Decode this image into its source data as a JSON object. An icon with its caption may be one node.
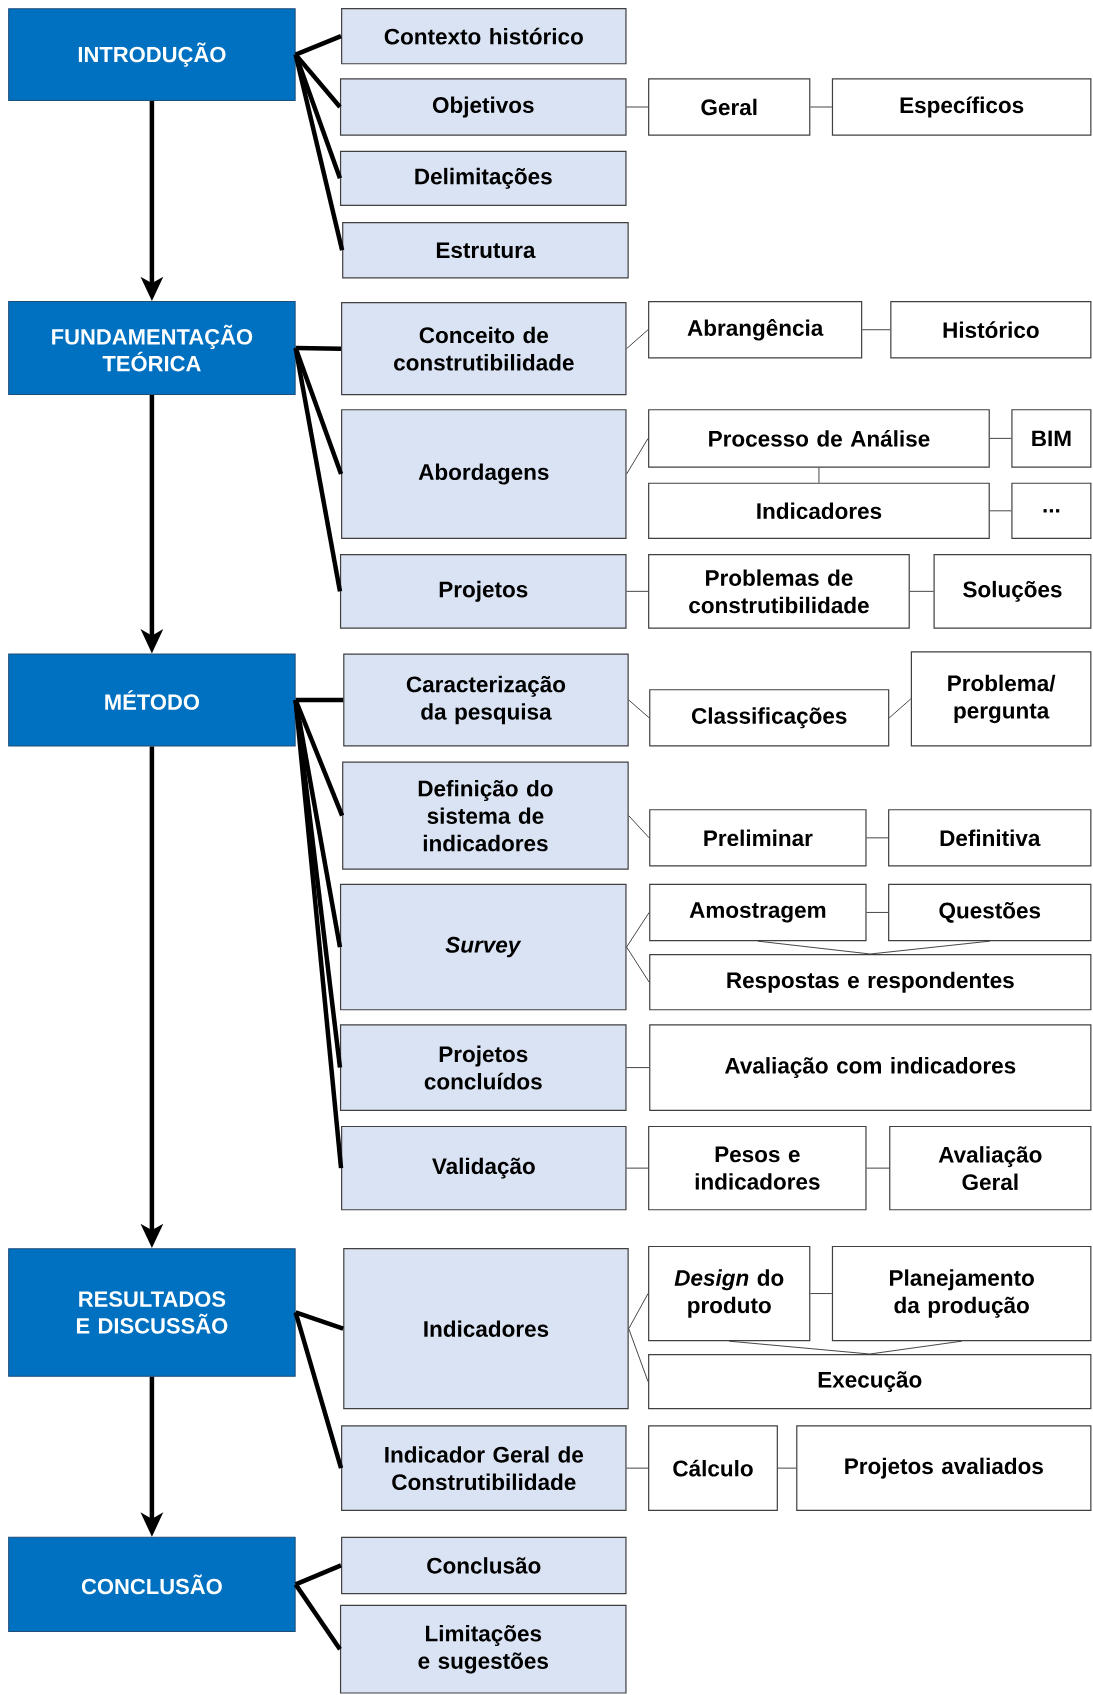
{
  "diagram": {
    "nodes": [
      {
        "text": [
          "INTRODUÇÃO"
        ]
      },
      {
        "text": [
          "Contexto histórico"
        ]
      },
      {
        "text": [
          "Objetivos"
        ]
      },
      {
        "text": [
          "Geral"
        ]
      },
      {
        "text": [
          "Específicos"
        ]
      },
      {
        "text": [
          "Delimitações"
        ]
      },
      {
        "text": [
          "Estrutura"
        ]
      },
      {
        "text": [
          "FUNDAMENTAÇÃO TEÓRICA"
        ]
      },
      {
        "text": [
          "Conceito de construtibilidade"
        ]
      },
      {
        "text": [
          "Abrangência"
        ]
      },
      {
        "text": [
          "Histórico"
        ]
      },
      {
        "text": [
          "Abordagens"
        ]
      },
      {
        "text": [
          "Processo de Análise"
        ]
      },
      {
        "text": [
          "BIM"
        ]
      },
      {
        "text": [
          "Indicadores"
        ]
      },
      {
        "text": [
          "..."
        ]
      },
      {
        "text": [
          "Projetos"
        ]
      },
      {
        "text": [
          "Problemas de construtibilidade"
        ]
      },
      {
        "text": [
          "Soluções"
        ]
      },
      {
        "text": [
          "MÉTODO"
        ]
      },
      {
        "text": [
          "Caracterização da pesquisa"
        ]
      },
      {
        "text": [
          "Classificações"
        ]
      },
      {
        "text": [
          "Problema/ pergunta"
        ]
      },
      {
        "text": [
          "Definição do sistema de indicadores"
        ]
      },
      {
        "text": [
          "Preliminar"
        ]
      },
      {
        "text": [
          "Definitiva"
        ]
      },
      {
        "text": [
          "*Survey*"
        ]
      },
      {
        "text": [
          "Amostragem"
        ]
      },
      {
        "text": [
          "Questões"
        ]
      },
      {
        "text": [
          "Respostas e respondentes"
        ]
      },
      {
        "text": [
          "Projetos concluídos"
        ]
      },
      {
        "text": [
          "Avaliação com indicadores"
        ]
      },
      {
        "text": [
          "Validação"
        ]
      },
      {
        "text": [
          "Pesos e indicadores"
        ]
      },
      {
        "text": [
          "Avaliação Geral"
        ]
      },
      {
        "text": [
          "RESULTADOS E DISCUSSÃO"
        ]
      },
      {
        "text": [
          "Indicadores"
        ]
      },
      {
        "text": [
          "*Design* do produto"
        ]
      },
      {
        "text": [
          "Planejamento da produção"
        ]
      },
      {
        "text": [
          "Execução"
        ]
      },
      {
        "text": [
          "Indicador Geral de Construtibilidade"
        ]
      },
      {
        "text": [
          "Cálculo"
        ]
      },
      {
        "text": [
          "Projetos avaliados"
        ]
      },
      {
        "text": [
          "CONCLUSÃO"
        ]
      },
      {
        "text": [
          "Conclusão"
        ]
      },
      {
        "text": [
          "Limitações e sugestões"
        ]
      }
    ],
    "edges": [
      {
        "from": 0,
        "to": 7,
        "arrow": "to",
        "style": "thick"
      },
      {
        "from": 7,
        "to": 19,
        "arrow": "to",
        "style": "thick"
      },
      {
        "from": 19,
        "to": 35,
        "arrow": "to",
        "style": "thick"
      },
      {
        "from": 35,
        "to": 43,
        "arrow": "to",
        "style": "thick"
      },
      {
        "from": 0,
        "to": 1,
        "arrow": "none",
        "style": "thick"
      },
      {
        "from": 0,
        "to": 2,
        "arrow": "none",
        "style": "thick"
      },
      {
        "from": 0,
        "to": 5,
        "arrow": "none",
        "style": "thick"
      },
      {
        "from": 0,
        "to": 6,
        "arrow": "none",
        "style": "thick"
      },
      {
        "from": 7,
        "to": 8,
        "arrow": "none",
        "style": "thick"
      },
      {
        "from": 7,
        "to": 11,
        "arrow": "none",
        "style": "thick"
      },
      {
        "from": 7,
        "to": 16,
        "arrow": "none",
        "style": "thick"
      },
      {
        "from": 19,
        "to": 20,
        "arrow": "none",
        "style": "thick"
      },
      {
        "from": 19,
        "to": 23,
        "arrow": "none",
        "style": "thick"
      },
      {
        "from": 19,
        "to": 26,
        "arrow": "none",
        "style": "thick"
      },
      {
        "from": 19,
        "to": 30,
        "arrow": "none",
        "style": "thick"
      },
      {
        "from": 19,
        "to": 32,
        "arrow": "none",
        "style": "thick"
      },
      {
        "from": 35,
        "to": 36,
        "arrow": "none",
        "style": "thick"
      },
      {
        "from": 35,
        "to": 40,
        "arrow": "none",
        "style": "thick"
      },
      {
        "from": 43,
        "to": 44,
        "arrow": "none",
        "style": "thick"
      },
      {
        "from": 43,
        "to": 45,
        "arrow": "none",
        "style": "thick"
      },
      {
        "from": 2,
        "to": 3,
        "arrow": "none"
      },
      {
        "from": 3,
        "to": 4,
        "arrow": "none"
      },
      {
        "from": 8,
        "to": 9,
        "arrow": "none"
      },
      {
        "from": 9,
        "to": 10,
        "arrow": "none"
      },
      {
        "from": 11,
        "to": 12,
        "arrow": "none"
      },
      {
        "from": 12,
        "to": 13,
        "arrow": "none"
      },
      {
        "from": 12,
        "to": 14,
        "arrow": "none"
      },
      {
        "from": 14,
        "to": 15,
        "arrow": "none"
      },
      {
        "from": 16,
        "to": 17,
        "arrow": "none"
      },
      {
        "from": 17,
        "to": 18,
        "arrow": "none"
      },
      {
        "from": 20,
        "to": 21,
        "arrow": "none"
      },
      {
        "from": 21,
        "to": 22,
        "arrow": "none"
      },
      {
        "from": 23,
        "to": 24,
        "arrow": "none"
      },
      {
        "from": 24,
        "to": 25,
        "arrow": "none"
      },
      {
        "from": 26,
        "to": 27,
        "arrow": "none"
      },
      {
        "from": 26,
        "to": 29,
        "arrow": "none"
      },
      {
        "from": 27,
        "to": 28,
        "arrow": "none"
      },
      {
        "from": 27,
        "to": 29,
        "arrow": "none"
      },
      {
        "from": 28,
        "to": 29,
        "arrow": "none"
      },
      {
        "from": 30,
        "to": 31,
        "arrow": "none"
      },
      {
        "from": 32,
        "to": 33,
        "arrow": "none"
      },
      {
        "from": 33,
        "to": 34,
        "arrow": "none"
      },
      {
        "from": 36,
        "to": 37,
        "arrow": "none"
      },
      {
        "from": 36,
        "to": 39,
        "arrow": "none"
      },
      {
        "from": 37,
        "to": 38,
        "arrow": "none"
      },
      {
        "from": 37,
        "to": 39,
        "arrow": "none"
      },
      {
        "from": 38,
        "to": 39,
        "arrow": "none"
      },
      {
        "from": 40,
        "to": 41,
        "arrow": "none"
      },
      {
        "from": 41,
        "to": 42,
        "arrow": "none"
      }
    ]
  }
}
